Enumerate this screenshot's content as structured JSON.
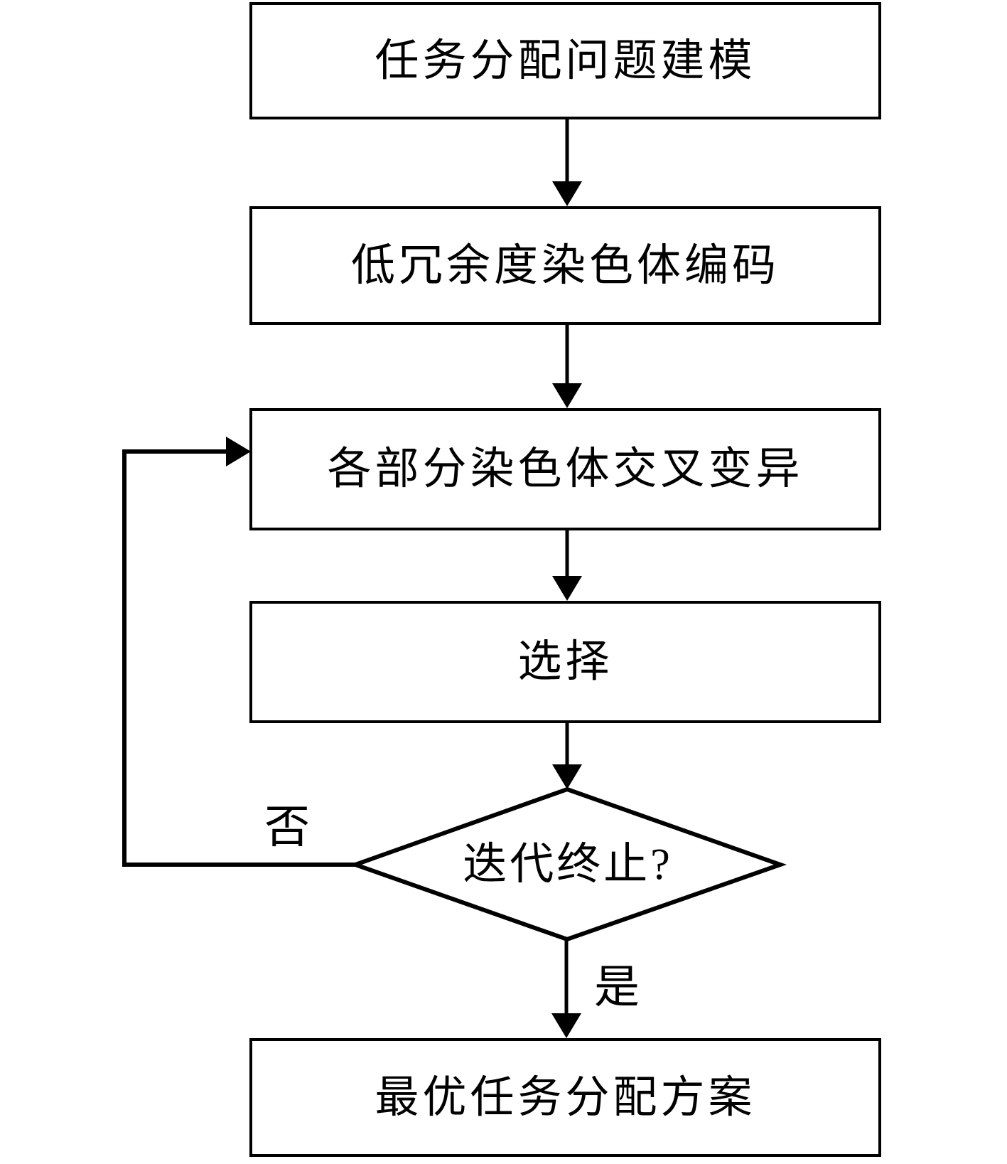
{
  "diagram": {
    "type": "flowchart",
    "colors": {
      "stroke": "#000000",
      "node_fill": "#ffffff",
      "background": "#ffffff"
    },
    "nodes": [
      {
        "id": "modeling",
        "shape": "rectangle",
        "label": "任务分配问题建模"
      },
      {
        "id": "encoding",
        "shape": "rectangle",
        "label": "低冗余度染色体编码"
      },
      {
        "id": "crossover",
        "shape": "rectangle",
        "label": "各部分染色体交叉变异"
      },
      {
        "id": "selection",
        "shape": "rectangle",
        "label": "选择"
      },
      {
        "id": "terminate",
        "shape": "diamond",
        "label": "迭代终止?"
      },
      {
        "id": "optimal",
        "shape": "rectangle",
        "label": "最优任务分配方案"
      }
    ],
    "edges": [
      {
        "from": "modeling",
        "to": "encoding",
        "label": ""
      },
      {
        "from": "encoding",
        "to": "crossover",
        "label": ""
      },
      {
        "from": "crossover",
        "to": "selection",
        "label": ""
      },
      {
        "from": "selection",
        "to": "terminate",
        "label": ""
      },
      {
        "from": "terminate",
        "to": "crossover",
        "label": "否"
      },
      {
        "from": "terminate",
        "to": "optimal",
        "label": "是"
      }
    ],
    "edge_labels": {
      "no": "否",
      "yes": "是"
    }
  }
}
